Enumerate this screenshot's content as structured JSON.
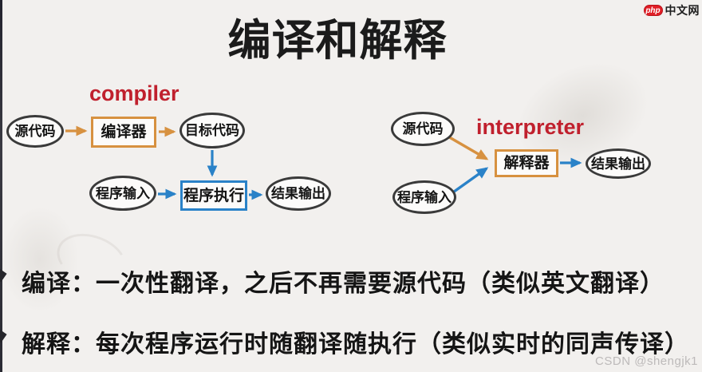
{
  "logo": {
    "badge_label": "php",
    "site_name": "中文网"
  },
  "title": "编译和解释",
  "diagrams": {
    "compiler": {
      "label": "compiler",
      "source": "源代码",
      "box": "编译器",
      "target": "目标代码",
      "input": "程序输入",
      "exec": "程序执行",
      "output": "结果输出"
    },
    "interpreter": {
      "label": "interpreter",
      "source": "源代码",
      "box": "解释器",
      "input": "程序输入",
      "output": "结果输出"
    }
  },
  "notes": [
    "编译：一次性翻译，之后不再需要源代码（类似英文翻译）",
    "解释：每次程序运行时随翻译随执行（类似实时的同声传译）"
  ],
  "watermark": "CSDN @shengjk1",
  "colors": {
    "arrow_orange": "#d79140",
    "arrow_blue": "#2a82c8",
    "label_red": "#c0202d",
    "node_stroke": "#3a3a3a",
    "background": "#f2f0ee",
    "logo_red": "#e11e26"
  }
}
